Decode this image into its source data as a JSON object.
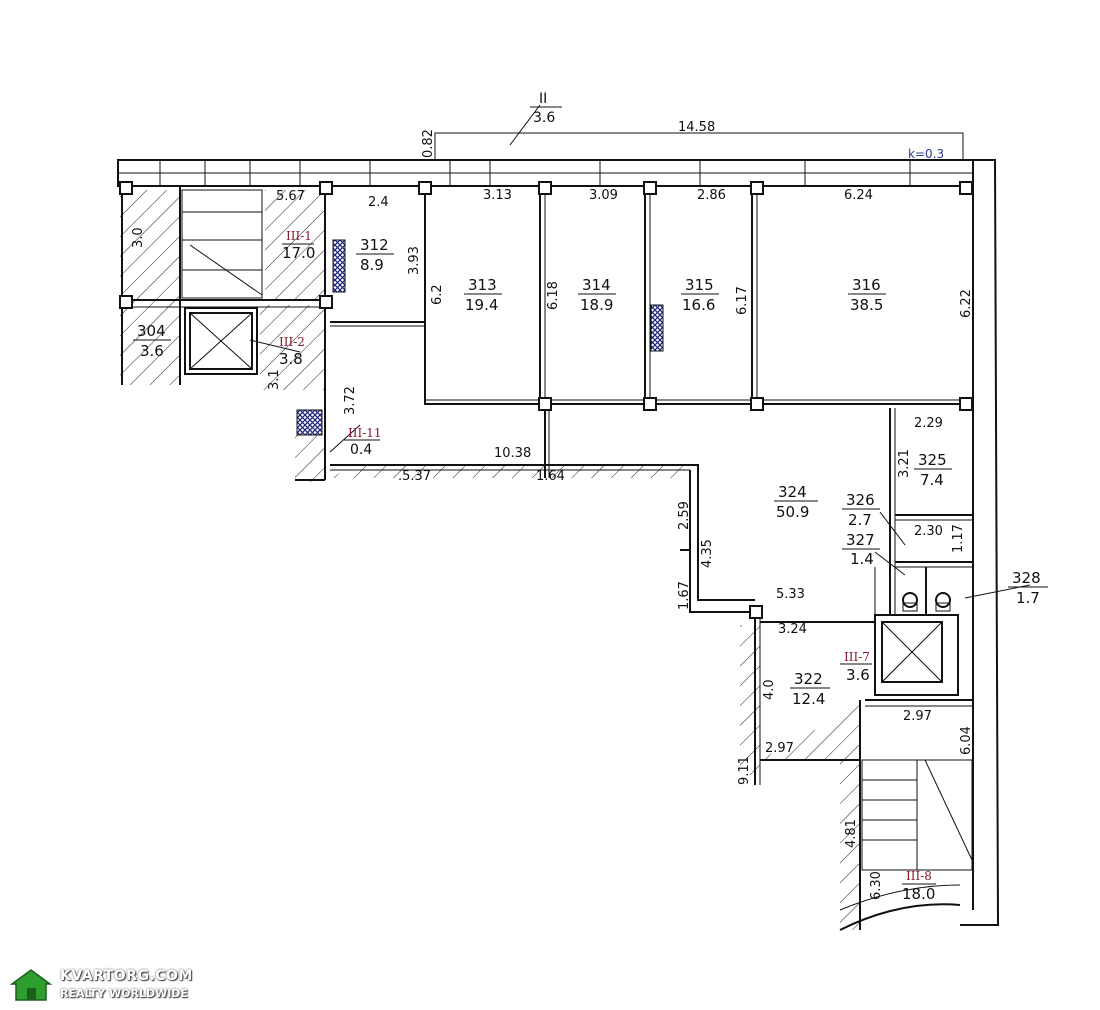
{
  "plan": {
    "corner_label": {
      "num": "II",
      "area": "3.6"
    },
    "coef": "k=0.3",
    "rooms": [
      {
        "id": "r312",
        "num": "312",
        "area": "8.9"
      },
      {
        "id": "r313",
        "num": "313",
        "area": "19.4"
      },
      {
        "id": "r314",
        "num": "314",
        "area": "18.9"
      },
      {
        "id": "r315",
        "num": "315",
        "area": "16.6"
      },
      {
        "id": "r316",
        "num": "316",
        "area": "38.5"
      },
      {
        "id": "r304",
        "num": "304",
        "area": "3.6"
      },
      {
        "id": "r324",
        "num": "324",
        "area": "50.9"
      },
      {
        "id": "r325",
        "num": "325",
        "area": "7.4"
      },
      {
        "id": "r326",
        "num": "326",
        "area": "2.7"
      },
      {
        "id": "r327",
        "num": "327",
        "area": "1.4"
      },
      {
        "id": "r328",
        "num": "328",
        "area": "1.7"
      },
      {
        "id": "r322",
        "num": "322",
        "area": "12.4"
      }
    ],
    "stairs": [
      {
        "id": "s1",
        "num": "III-1",
        "area": "17.0"
      },
      {
        "id": "s2",
        "num": "III-2",
        "area": "3.8"
      },
      {
        "id": "s11",
        "num": "III-11",
        "area": "0.4"
      },
      {
        "id": "s7",
        "num": "III-7",
        "area": "3.6"
      },
      {
        "id": "s8",
        "num": "III-8",
        "area": "18.0"
      }
    ],
    "dims": {
      "d082": "0.82",
      "d1458": "14.58",
      "d567": "5.67",
      "d24": "2.4",
      "d313": "3.13",
      "d309": "3.09",
      "d286": "2.86",
      "d624": "6.24",
      "d30": "3.0",
      "d393": "3.93",
      "d62": "6.2",
      "d618": "6.18",
      "d617": "6.17",
      "d622": "6.22",
      "d372": "3.72",
      "d31": "3.1",
      "d1038": "10.38",
      "d537": ".5.37",
      "d164": "1.64",
      "d229": "2.29",
      "d321": "3.21",
      "d259": "2.59",
      "d435": "4.35",
      "d230": "2.30",
      "d117": "1.17",
      "d167": "1.67",
      "d533": "5.33",
      "d324": "3.24",
      "d40": "4.0",
      "d297a": "2.97",
      "d604": "6.04",
      "d911": "9.11",
      "d297b": "2.97",
      "d481": "4.81",
      "d630": "6.30"
    }
  },
  "logo": {
    "name": "KVARTORG.COM",
    "tagline": "REALTY WORLDWIDE"
  }
}
